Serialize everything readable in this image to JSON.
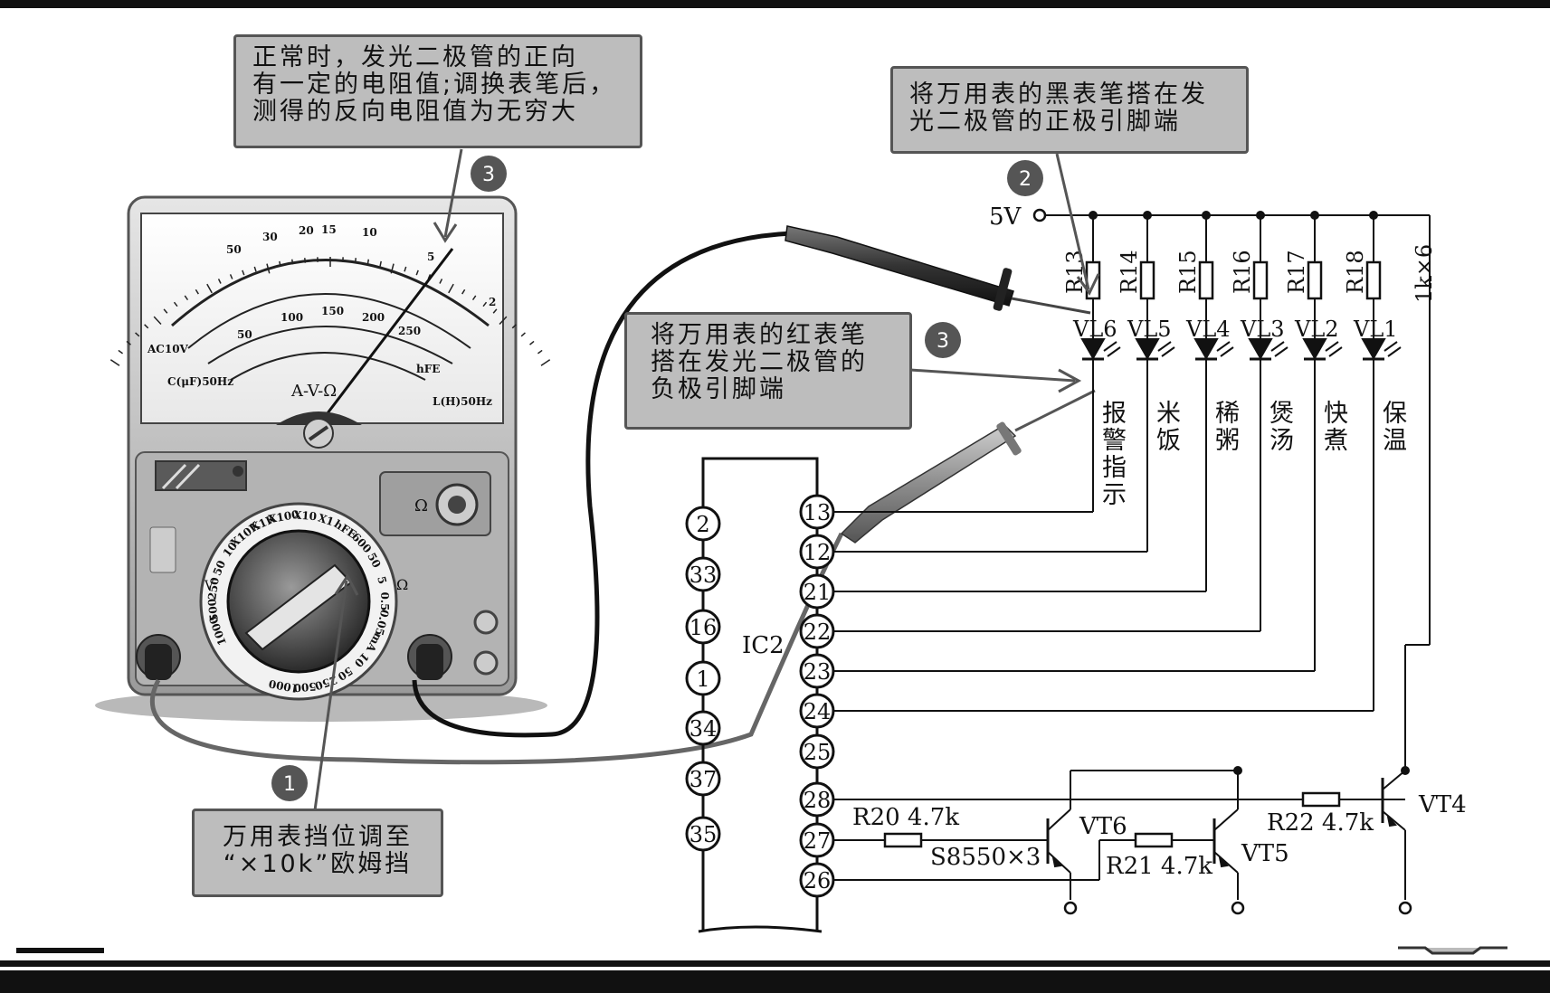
{
  "callouts": {
    "top": {
      "lines": [
        "正常时，发光二极管的正向",
        "有一定的电阻值;调换表笔后，",
        "测得的反向电阻值为无穷大"
      ]
    },
    "black_probe": {
      "lines": [
        "将万用表的黑表笔搭在发",
        "光二极管的正极引脚端"
      ]
    },
    "red_probe": {
      "lines": [
        "将万用表的红表笔",
        "搭在发光二极管的",
        "负极引脚端"
      ]
    },
    "range": {
      "lines": [
        "万用表挡位调至",
        "“×10k”欧姆挡"
      ]
    }
  },
  "step_badges": [
    "3",
    "2",
    "3",
    "1"
  ],
  "supply_label": "5V",
  "resistors": [
    "R13",
    "R14",
    "R15",
    "R16",
    "R17",
    "R18"
  ],
  "resistor_note": "1k×6",
  "leds": [
    "VL6",
    "VL5",
    "VL4",
    "VL3",
    "VL2",
    "VL1"
  ],
  "functions": [
    "报警指示",
    "米饭",
    "稀粥",
    "煲汤",
    "快煮",
    "保温"
  ],
  "ic": {
    "name": "IC2",
    "left_pins": [
      "2",
      "33",
      "16",
      "1",
      "34",
      "37",
      "35"
    ],
    "right_pins": [
      "13",
      "12",
      "21",
      "22",
      "23",
      "24",
      "25",
      "28",
      "27",
      "26"
    ]
  },
  "transistors": {
    "vt6": "VT6",
    "vt5": "VT5",
    "vt4": "VT4",
    "type_note": "S8550×3"
  },
  "driver_resistors": {
    "r20": "R20 4.7k",
    "r21": "R21 4.7k",
    "r22": "R22 4.7k"
  },
  "meter": {
    "mode_label": "A-V-Ω",
    "ac_label": "AC10V",
    "c_label": "C(μF)50Hz",
    "l_label": "L(H)50Hz",
    "hfe_label": "hFE",
    "range_marks": [
      "1000",
      "500",
      "250",
      "50",
      "10",
      "X10K",
      "X1K",
      "X100",
      "X10",
      "X1",
      "hFE",
      "600",
      "50",
      "5",
      "0.5",
      "0.05",
      "mA",
      "10",
      "50",
      "250",
      "500",
      "1000"
    ],
    "ohm_symbol": "Ω",
    "v_label": "V",
    "scale_top": [
      "50",
      "30",
      "20",
      "15",
      "10",
      "5",
      "2"
    ],
    "scale_inner": [
      "50",
      "100",
      "150",
      "200",
      "250"
    ]
  }
}
